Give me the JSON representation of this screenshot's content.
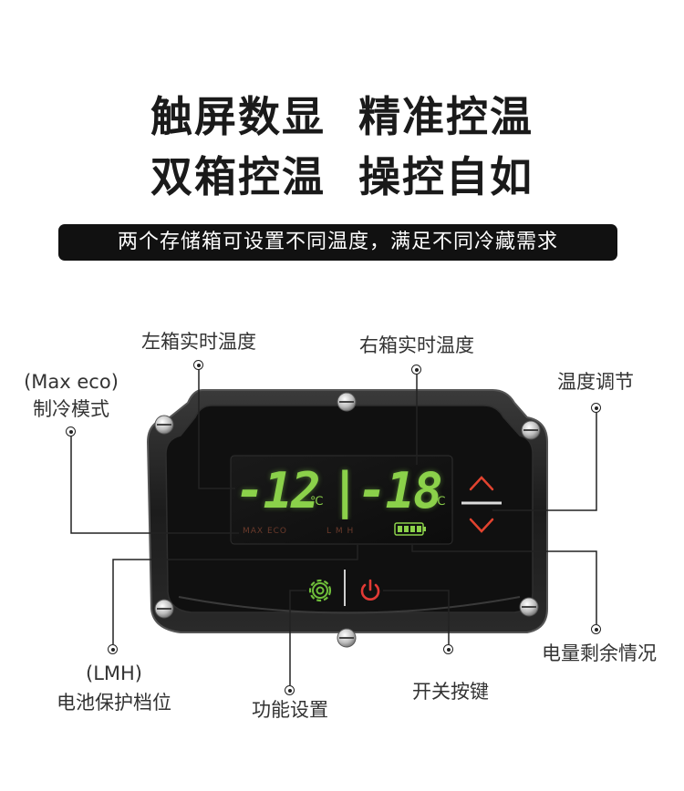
{
  "headline": {
    "line1": "触屏数显  精准控温",
    "line2": "双箱控温  操控自如"
  },
  "banner": "两个存储箱可设置不同温度，满足不同冷藏需求",
  "labels": {
    "left_temp": "左箱实时温度",
    "right_temp": "右箱实时温度",
    "mode_line1": "(Max eco)",
    "mode_line2": "制冷模式",
    "temp_adjust": "温度调节",
    "battery_level_line1": "(LMH)",
    "battery_level_line2": "电池保护档位",
    "function_settings": "功能设置",
    "power_button": "开关按键",
    "battery_remaining": "电量剩余情况"
  },
  "display": {
    "left_value": "-12",
    "right_value": "-18",
    "unit": "℃",
    "mode_text": "MAX  ECO",
    "lmh_text": "L  M  H"
  },
  "icons": {
    "up": "chevron-up-icon",
    "down": "chevron-down-icon",
    "gear": "gear-icon",
    "power": "power-icon",
    "battery": "battery-icon",
    "screw": "screw-icon"
  },
  "colors": {
    "digit_green": "#8bd14a",
    "arrow_red": "#e2432f",
    "power_red": "#e23a35",
    "panel_black": "#161616"
  }
}
